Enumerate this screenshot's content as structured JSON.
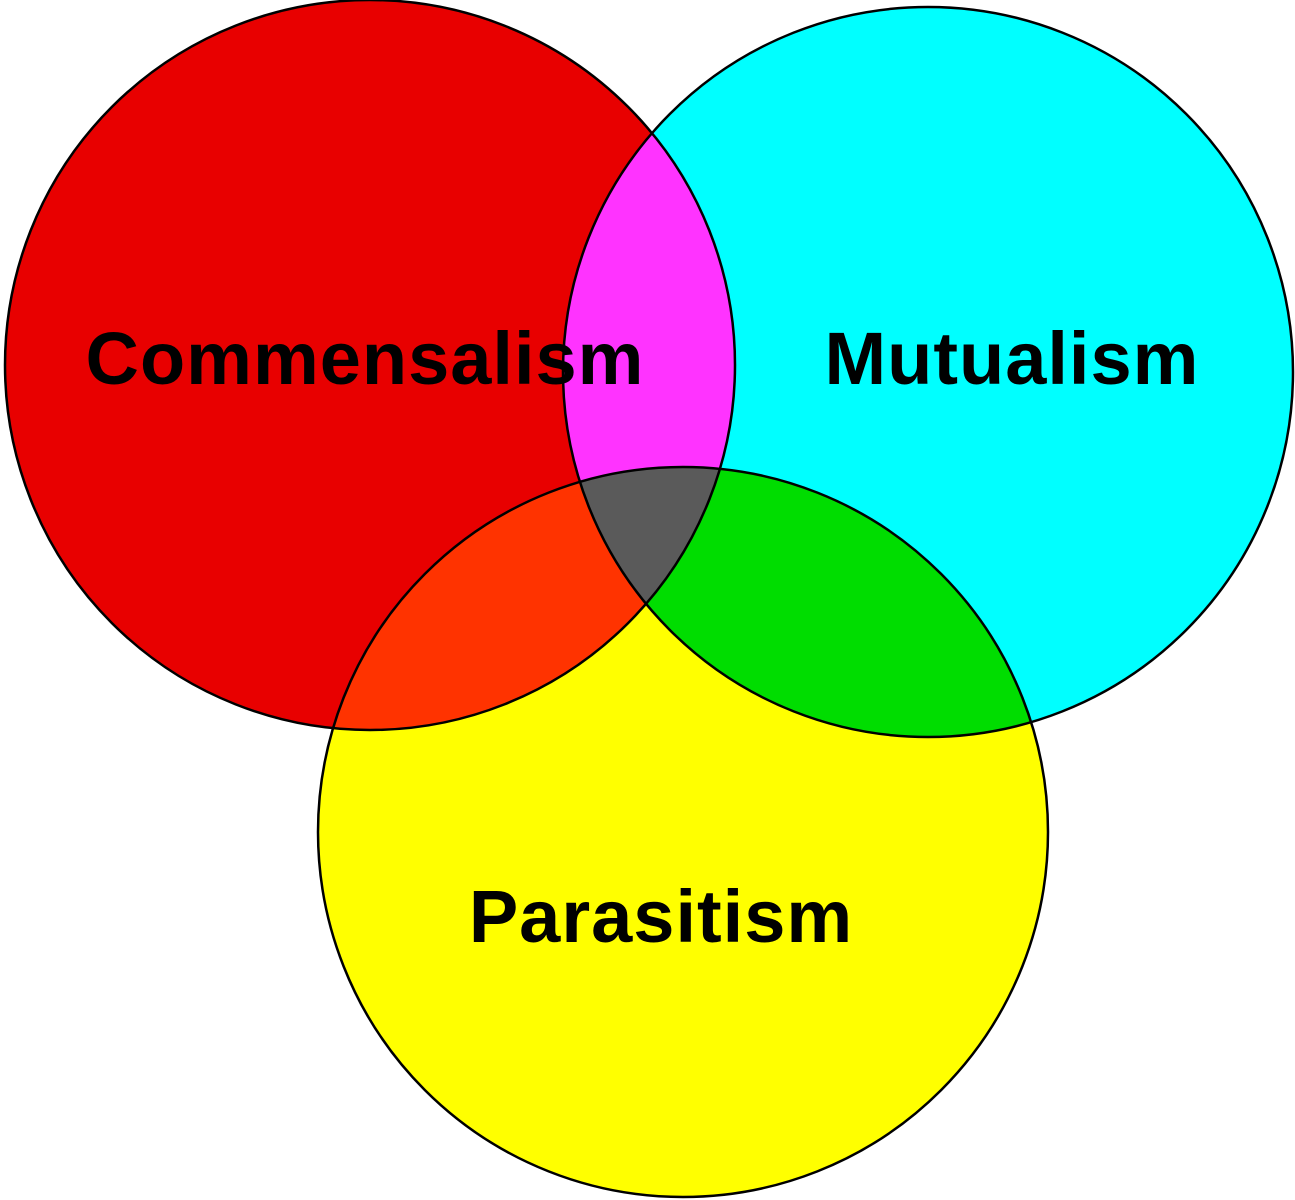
{
  "diagram": {
    "type": "venn",
    "sets": [
      {
        "id": "commensalism",
        "label": "Commensalism",
        "color": "#E80000"
      },
      {
        "id": "mutualism",
        "label": "Mutualism",
        "color": "#00FFFF"
      },
      {
        "id": "parasitism",
        "label": "Parasitism",
        "color": "#FFFF00"
      }
    ],
    "overlaps": {
      "commensalism_mutualism": "#FF33FF",
      "commensalism_parasitism": "#FF3300",
      "mutualism_parasitism": "#00DD00",
      "all_three": "#5A5A5A"
    }
  }
}
